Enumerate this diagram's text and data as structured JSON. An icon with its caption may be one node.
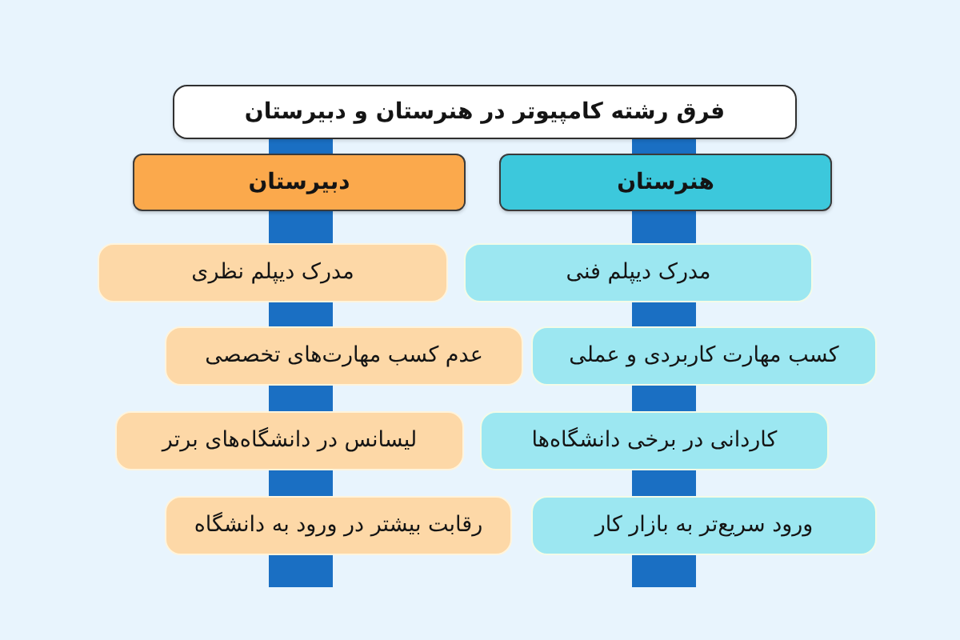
{
  "diagram": {
    "nodes": [
      {
        "text": [
          "فرق رشته کامپیوتر در هنرستان و دبیرستان"
        ]
      },
      {
        "text": [
          "هنرستان"
        ]
      },
      {
        "text": [
          "مدرک دیپلم فنی"
        ]
      },
      {
        "text": [
          "کسب مهارت کاربردی و عملی"
        ]
      },
      {
        "text": [
          "کاردانی در برخی دانشگاه‌ها"
        ]
      },
      {
        "text": [
          "ورود سریع‌تر به بازار کار"
        ]
      },
      {
        "text": [
          "دبیرستان"
        ]
      },
      {
        "text": [
          "مدرک دیپلم نظری"
        ]
      },
      {
        "text": [
          "عدم کسب مهارت‌های تخصصی"
        ]
      },
      {
        "text": [
          "لیسانس در دانشگاه‌های برتر"
        ]
      },
      {
        "text": [
          "رقابت بیشتر در ورود به دانشگاه"
        ]
      }
    ],
    "edges": [
      {
        "from": 0,
        "to": 1,
        "arrow": "none"
      },
      {
        "from": 1,
        "to": 2,
        "arrow": "none"
      },
      {
        "from": 2,
        "to": 3,
        "arrow": "none"
      },
      {
        "from": 3,
        "to": 4,
        "arrow": "none"
      },
      {
        "from": 4,
        "to": 5,
        "arrow": "none"
      },
      {
        "from": 5,
        "to": null,
        "arrow": "none"
      },
      {
        "from": 0,
        "to": 6,
        "arrow": "none"
      },
      {
        "from": 6,
        "to": 7,
        "arrow": "none"
      },
      {
        "from": 7,
        "to": 8,
        "arrow": "none"
      },
      {
        "from": 8,
        "to": 9,
        "arrow": "none"
      },
      {
        "from": 9,
        "to": 10,
        "arrow": "none"
      },
      {
        "from": 10,
        "to": null,
        "arrow": "none"
      }
    ]
  }
}
